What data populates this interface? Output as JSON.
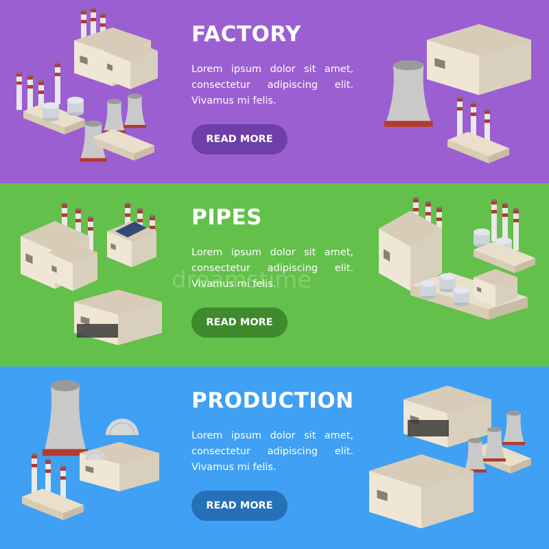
{
  "colors": {
    "banner_purple": "#9b5fd1",
    "banner_green": "#63c04a",
    "banner_blue": "#3fa0f4",
    "button_purple": "#6e3fa6",
    "button_green": "#3e8a2c",
    "button_blue": "#2670b8",
    "building_wall": "#efe6d6",
    "building_roof": "#d8ccb8",
    "tower": "#c9c9c9",
    "tower_band": "#b33a2e",
    "window_dark": "#3a3a3a"
  },
  "banners": [
    {
      "title": "FACTORY",
      "text": "Lorem ipsum dolor sit amet, consectetur adipiscing elit. Vivamus mi felis.",
      "button_label": "READ MORE",
      "left_art": [
        "chimney-icon",
        "factory-building-icon",
        "refinery-tanks-icon",
        "cooling-tower-icon"
      ],
      "right_art": [
        "warehouse-icon",
        "cooling-tower-icon",
        "chimney-icon"
      ]
    },
    {
      "title": "PIPES",
      "text": "Lorem ipsum dolor sit amet, consectetur adipiscing elit. Vivamus mi felis.",
      "button_label": "READ MORE",
      "left_art": [
        "factory-building-icon",
        "solar-roof-building-icon",
        "office-building-icon"
      ],
      "right_art": [
        "industrial-block-icon",
        "refinery-tanks-icon",
        "power-plant-icon"
      ]
    },
    {
      "title": "PRODUCTION",
      "text": "Lorem ipsum dolor sit amet, consectetur adipiscing elit. Vivamus mi felis.",
      "button_label": "READ MORE",
      "left_art": [
        "cooling-tower-icon",
        "chimney-icon",
        "nuclear-dome-icon"
      ],
      "right_art": [
        "office-building-icon",
        "cooling-tower-icon",
        "warehouse-icon"
      ]
    }
  ],
  "watermark": "dreamstime"
}
